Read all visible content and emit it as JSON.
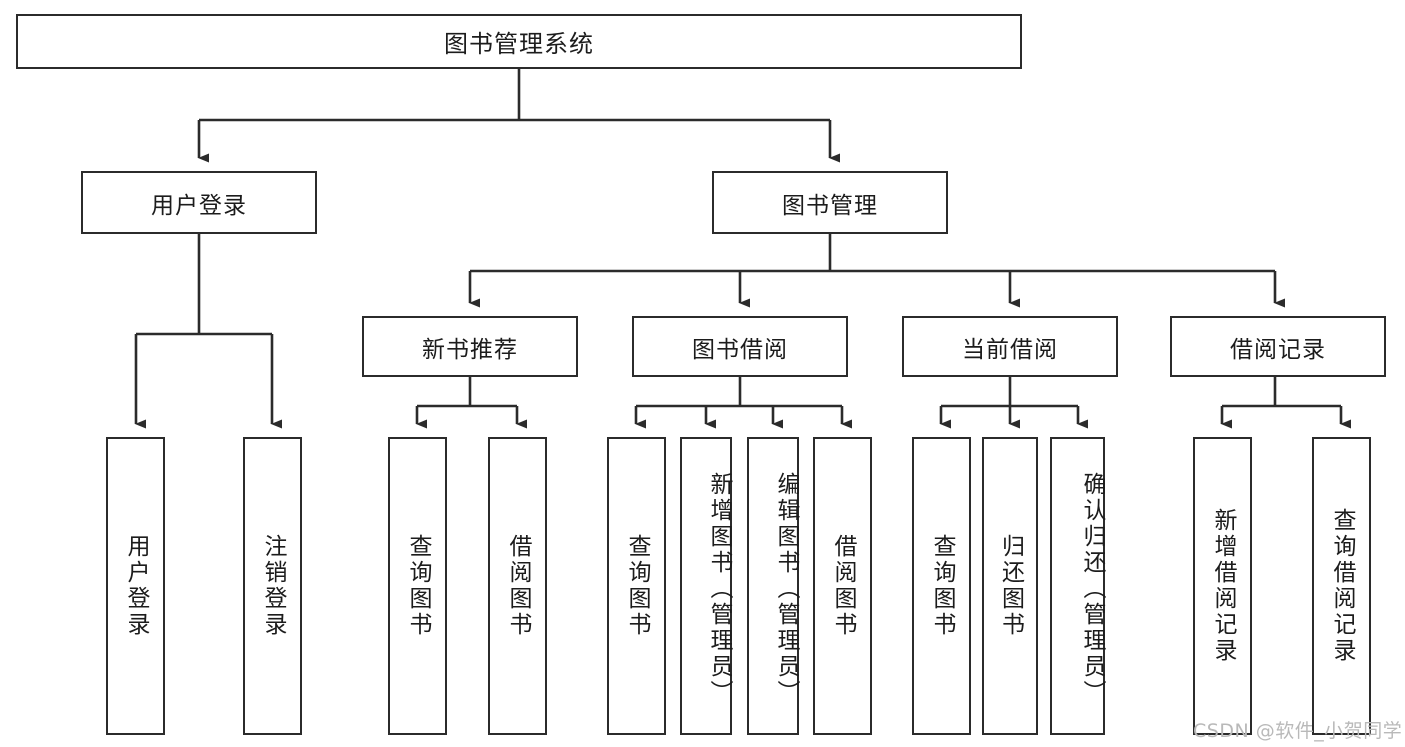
{
  "diagram": {
    "type": "hierarchy-tree",
    "title": "图书管理系统",
    "watermark": "CSDN @软件_小贺同学",
    "colors": {
      "stroke": "#2b2b2b",
      "fill": "#ffffff",
      "text": "#1c1c1c",
      "watermark": "#b9b9b9"
    },
    "nodes": {
      "root": "图书管理系统",
      "level2": [
        "用户登录",
        "图书管理"
      ],
      "level3": [
        "新书推荐",
        "图书借阅",
        "当前借阅",
        "借阅记录"
      ],
      "leaves_user_login": [
        "用户登录",
        "注销登录"
      ],
      "leaves_new_book": [
        "查询图书",
        "借阅图书"
      ],
      "leaves_borrow": [
        "查询图书",
        "新增图书（管理员）",
        "编辑图书（管理员）",
        "借阅图书"
      ],
      "leaves_current": [
        "查询图书",
        "归还图书",
        "确认归还（管理员）"
      ],
      "leaves_records": [
        "新增借阅记录",
        "查询借阅记录"
      ]
    }
  }
}
